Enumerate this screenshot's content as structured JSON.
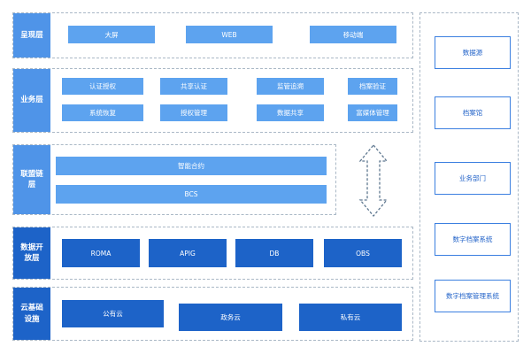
{
  "layers": {
    "presentation": {
      "label": "呈现层",
      "items": [
        "大屏",
        "WEB",
        "移动端"
      ]
    },
    "business": {
      "label": "业务层",
      "row1": [
        "认证授权",
        "共享认证",
        "监管追溯",
        "档案验证"
      ],
      "row2": [
        "系统恢复",
        "授权管理",
        "数据共享",
        "富媒体管理"
      ]
    },
    "consortium": {
      "label": "联盟链层",
      "items": [
        "智能合约",
        "BCS"
      ]
    },
    "data_open": {
      "label": "数据开放层",
      "items": [
        "ROMA",
        "APIG",
        "DB",
        "OBS"
      ]
    },
    "cloud": {
      "label": "云基础设施",
      "items": [
        "公有云",
        "政务云",
        "私有云"
      ]
    }
  },
  "right_panel": {
    "items": [
      "数据源",
      "档案馆",
      "业务部门",
      "数字档案系统",
      "数字档案管理系统"
    ]
  },
  "colors": {
    "light_blue": "#5da3ef",
    "tag_light": "#4f94e8",
    "dark_blue": "#1d63c8",
    "border_dash": "#aab8c6",
    "outline_blue": "#3b7fe0"
  },
  "icons": {
    "connector": "double-arrow-vertical-icon"
  }
}
